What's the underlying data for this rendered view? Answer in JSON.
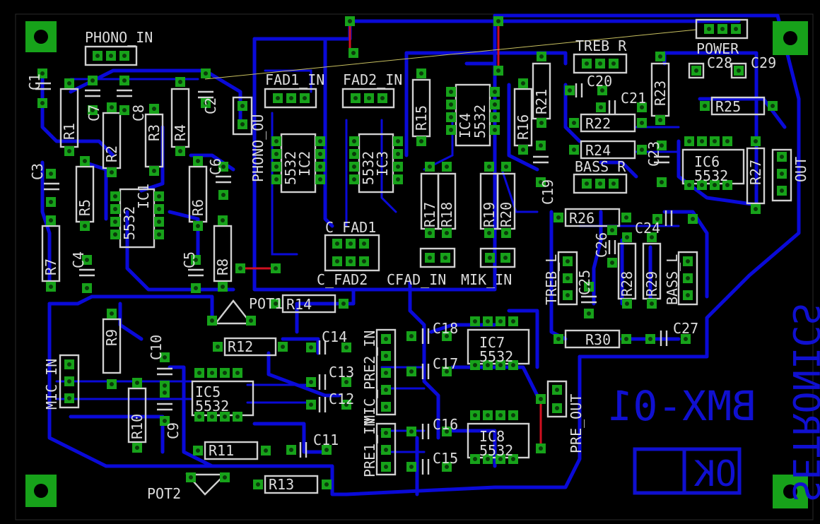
{
  "board": {
    "bottom_text_1": "SETRONICS",
    "bottom_text_2": "BMX-01",
    "bottom_text_3": "OK",
    "colors": {
      "background": "#000000",
      "track": "#0a0ad8",
      "pad": "#17a21a",
      "silkscreen": "#d0d0d0",
      "wire": "#d01020"
    }
  },
  "labels": {
    "phono_in": "PHONO_IN",
    "fad1_in": "FAD1_IN",
    "fad2_in": "FAD2_IN",
    "treb_r": "TREB_R",
    "power": "POWER",
    "phono_ou": "PHONO_OU",
    "bass_r": "BASS_R",
    "out": "OUT",
    "c_fad1": "C_FAD1",
    "c_fad2": "C_FAD2",
    "cfad_in": "CFAD_IN",
    "mik_in": "MIK_IN",
    "treb_l": "TREB_L",
    "bass_l": "BASS_L",
    "pot1": "POT1",
    "pot2": "POT2",
    "mic_in": "MIC_IN",
    "mic_pre2_in": "MIC_PRE2_IN",
    "pre1_in": "PRE1_IN",
    "pre_out": "PRE_OUT",
    "ic1": "IC1",
    "ic2": "IC2",
    "ic3": "IC3",
    "ic4": "IC4",
    "ic5": "IC5",
    "ic6": "IC6",
    "ic7": "IC7",
    "ic8": "IC8",
    "ic_part": "5532",
    "r1": "R1",
    "r2": "R2",
    "r3": "R3",
    "r4": "R4",
    "r5": "R5",
    "r6": "R6",
    "r7": "R7",
    "r8": "R8",
    "r9": "R9",
    "r10": "R10",
    "r11": "R11",
    "r12": "R12",
    "r13": "R13",
    "r14": "R14",
    "r15": "R15",
    "r16": "R16",
    "r17": "R17",
    "r18": "R18",
    "r19": "R19",
    "r20": "R20",
    "r21": "R21",
    "r22": "R22",
    "r23": "R23",
    "r24": "R24",
    "r25": "R25",
    "r26": "R26",
    "r27": "R27",
    "r28": "R28",
    "r29": "R29",
    "r30": "R30",
    "c1": "C1",
    "c2": "C2",
    "c3": "C3",
    "c4": "C4",
    "c5": "C5",
    "c6": "C6",
    "c7": "C7",
    "c8": "C8",
    "c9": "C9",
    "c10": "C10",
    "c11": "C11",
    "c12": "C12",
    "c13": "C13",
    "c14": "C14",
    "c15": "C15",
    "c16": "C16",
    "c17": "C17",
    "c18": "C18",
    "c19": "C19",
    "c20": "C20",
    "c21": "C21",
    "c23": "C23",
    "c24": "C24",
    "c25": "C25",
    "c26": "C26",
    "c27": "C27",
    "c28": "C28",
    "c29": "C29"
  }
}
